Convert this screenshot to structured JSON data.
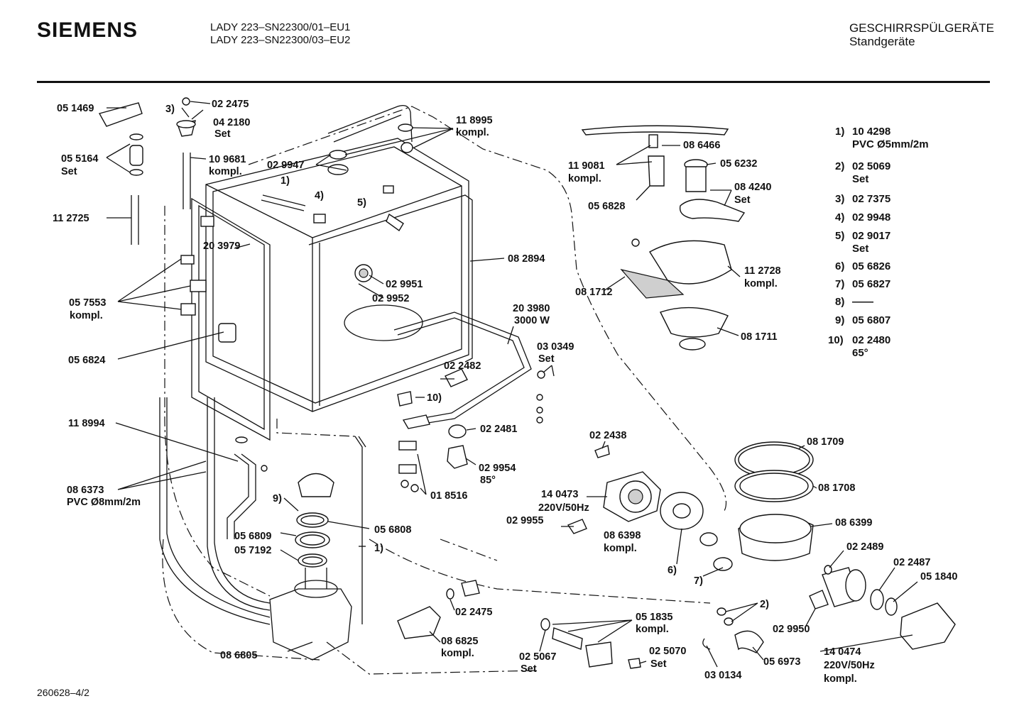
{
  "header": {
    "brand": "SIEMENS",
    "model_line1": "LADY 223–SN22300/01–EU1",
    "model_line2": "LADY 223–SN22300/03–EU2",
    "category": "GESCHIRRSPÜLGERÄTE",
    "subcategory": "Standgeräte"
  },
  "footer": {
    "code": "260628–4/2"
  },
  "legend": [
    {
      "key": "1)",
      "part": "10 4298",
      "note": "PVC Ø5mm/2m"
    },
    {
      "key": "2)",
      "part": "02 5069",
      "note": "Set"
    },
    {
      "key": "3)",
      "part": "02 7375",
      "note": ""
    },
    {
      "key": "4)",
      "part": "02 9948",
      "note": ""
    },
    {
      "key": "5)",
      "part": "02 9017",
      "note": "Set"
    },
    {
      "key": "6)",
      "part": "05 6826",
      "note": ""
    },
    {
      "key": "7)",
      "part": "05 6827",
      "note": ""
    },
    {
      "key": "8)",
      "part": "——",
      "note": ""
    },
    {
      "key": "9)",
      "part": "05 6807",
      "note": ""
    },
    {
      "key": "10)",
      "part": "02 2480",
      "note": "65°"
    }
  ],
  "callouts": {
    "c051469": "05 1469",
    "c022475a": "02 2475",
    "c3": "3)",
    "c042180": "04 2180",
    "c042180s": "Set",
    "c055164": "05 5164",
    "c055164s": "Set",
    "c109681": "10 9681",
    "c109681k": "kompl.",
    "c112725": "11 2725",
    "c029947": "02 9947",
    "c1a": "1)",
    "c4": "4)",
    "c5": "5)",
    "c118995": "11 8995",
    "c118995k": "kompl.",
    "c203979": "20 3979",
    "c082894": "08 2894",
    "c029951": "02 9951",
    "c029952": "02 9952",
    "c057553": "05 7553",
    "c057553k": "kompl.",
    "c056824": "05 6824",
    "c203980": "20 3980",
    "c203980w": "3000 W",
    "c030349": "03 0349",
    "c030349s": "Set",
    "c022482": "02 2482",
    "c10": "10)",
    "c022481": "02 2481",
    "c118994": "11 8994",
    "c086373": "08 6373",
    "c086373p": "PVC Ø8mm/2m",
    "c029954": "02 9954",
    "c02995485": "85°",
    "c018516": "01 8516",
    "c9": "9)",
    "c056809": "05 6809",
    "c057192": "05 7192",
    "c056808": "05 6808",
    "c1b": "1)",
    "c022475b": "02 2475",
    "c086805": "08 6805",
    "c086825": "08 6825",
    "c086825k": "kompl.",
    "c025067": "02 5067",
    "c025067s": "Set",
    "c051835": "05 1835",
    "c051835k": "kompl.",
    "c025070": "02 5070",
    "c025070s": "Set",
    "c030134": "03 0134",
    "c056973": "05 6973",
    "c029950": "02 9950",
    "c2": "2)",
    "c140474": "14 0474",
    "c140474v": "220V/50Hz",
    "c140474k": "kompl.",
    "c022489": "02 2489",
    "c022487": "02 2487",
    "c051840": "05 1840",
    "c022438": "02 2438",
    "c140473": "14 0473",
    "c140473v": "220V/50Hz",
    "c029955": "02 9955",
    "c086398": "08 6398",
    "c086398k": "kompl.",
    "c6": "6)",
    "c7": "7)",
    "c081709": "08 1709",
    "c081708": "08 1708",
    "c086399": "08 6399",
    "c119081": "11 9081",
    "c119081k": "kompl.",
    "c056828": "05 6828",
    "c086466": "08 6466",
    "c056232": "05 6232",
    "c084240": "08 4240",
    "c084240s": "Set",
    "c112728": "11 2728",
    "c112728k": "kompl.",
    "c081712": "08 1712",
    "c081711": "08 1711"
  }
}
